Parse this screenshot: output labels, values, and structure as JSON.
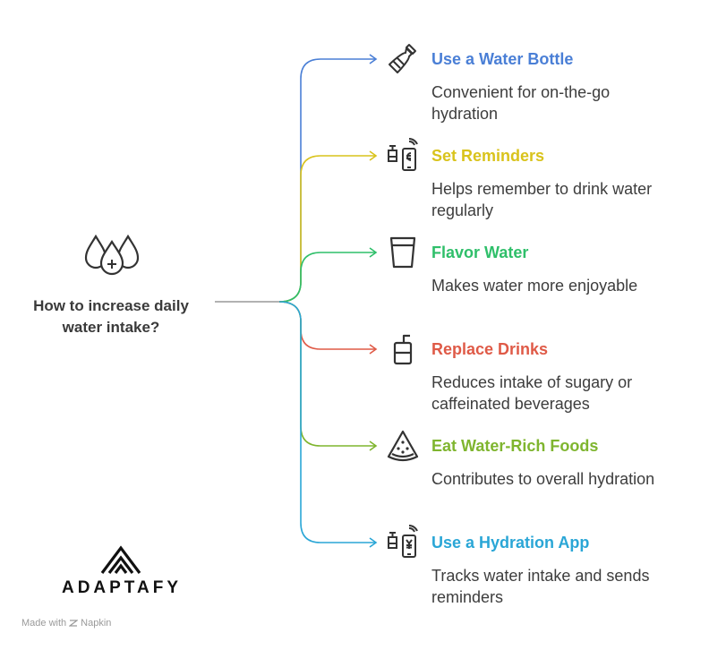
{
  "root": {
    "title_line1": "How to increase daily",
    "title_line2": "water intake?",
    "icon": "water-drops-icon"
  },
  "items": [
    {
      "title": "Use a Water Bottle",
      "desc_line1": "Convenient for on-the-go",
      "desc_line2": "hydration",
      "color": "#4a7fd6",
      "icon": "water-bottle-icon"
    },
    {
      "title": "Set Reminders",
      "desc_line1": "Helps remember to drink water",
      "desc_line2": "regularly",
      "color": "#d9c31c",
      "icon": "phone-reminder-icon"
    },
    {
      "title": "Flavor Water",
      "desc_line1": "Makes water more enjoyable",
      "desc_line2": "",
      "color": "#2fbf6a",
      "icon": "glass-icon"
    },
    {
      "title": "Replace Drinks",
      "desc_line1": "Reduces intake of sugary or",
      "desc_line2": "caffeinated beverages",
      "color": "#df5a47",
      "icon": "cup-straw-icon"
    },
    {
      "title": "Eat Water-Rich Foods",
      "desc_line1": "Contributes to overall hydration",
      "desc_line2": "",
      "color": "#7fb52f",
      "icon": "watermelon-icon"
    },
    {
      "title": "Use a Hydration App",
      "desc_line1": "Tracks water intake and sends",
      "desc_line2": "reminders",
      "color": "#2aa6d6",
      "icon": "phone-app-icon"
    }
  ],
  "logo": {
    "text": "ADAPTAFY"
  },
  "footer": {
    "made_with": "Made with",
    "brand": "Napkin"
  }
}
